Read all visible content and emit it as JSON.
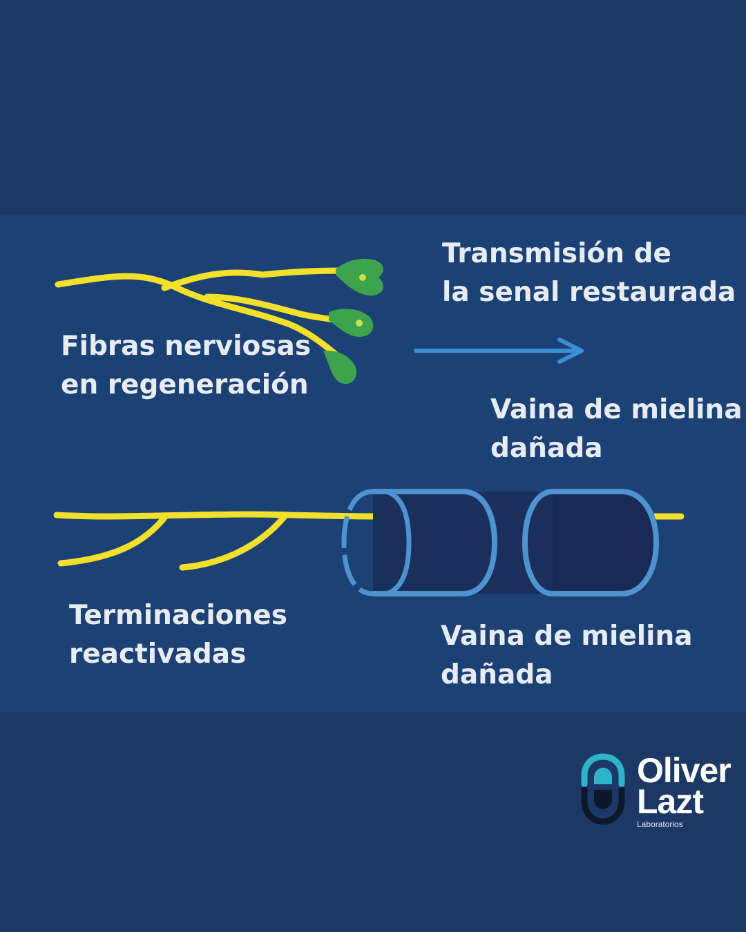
{
  "labels": {
    "regenerating_fibers": [
      "Fibras nerviosas",
      "en regeneración"
    ],
    "signal_restored": [
      "Transmisión de",
      "la senal restaurada"
    ],
    "myelin_upper": [
      "Vaina de mielina",
      "dañada"
    ],
    "reactivated_endings": [
      "Terminaciones",
      "reactivadas"
    ],
    "myelin_lower": [
      "Vaina de mielina",
      "dañada"
    ]
  },
  "brand": {
    "name_line1": "Oliver",
    "name_line2": "Lazt",
    "tagline": "Laboratorios"
  },
  "colors": {
    "background": "#1b3867",
    "panel": "#1c4275",
    "nerve_yellow": "#f2e02a",
    "growth_green": "#3fa34d",
    "arrow_blue": "#3b8fd6",
    "myelin_outline": "#4e93cf",
    "myelin_fill": "#1a2f5c",
    "logo_teal": "#2fb3c6",
    "logo_dark": "#0d1828"
  }
}
